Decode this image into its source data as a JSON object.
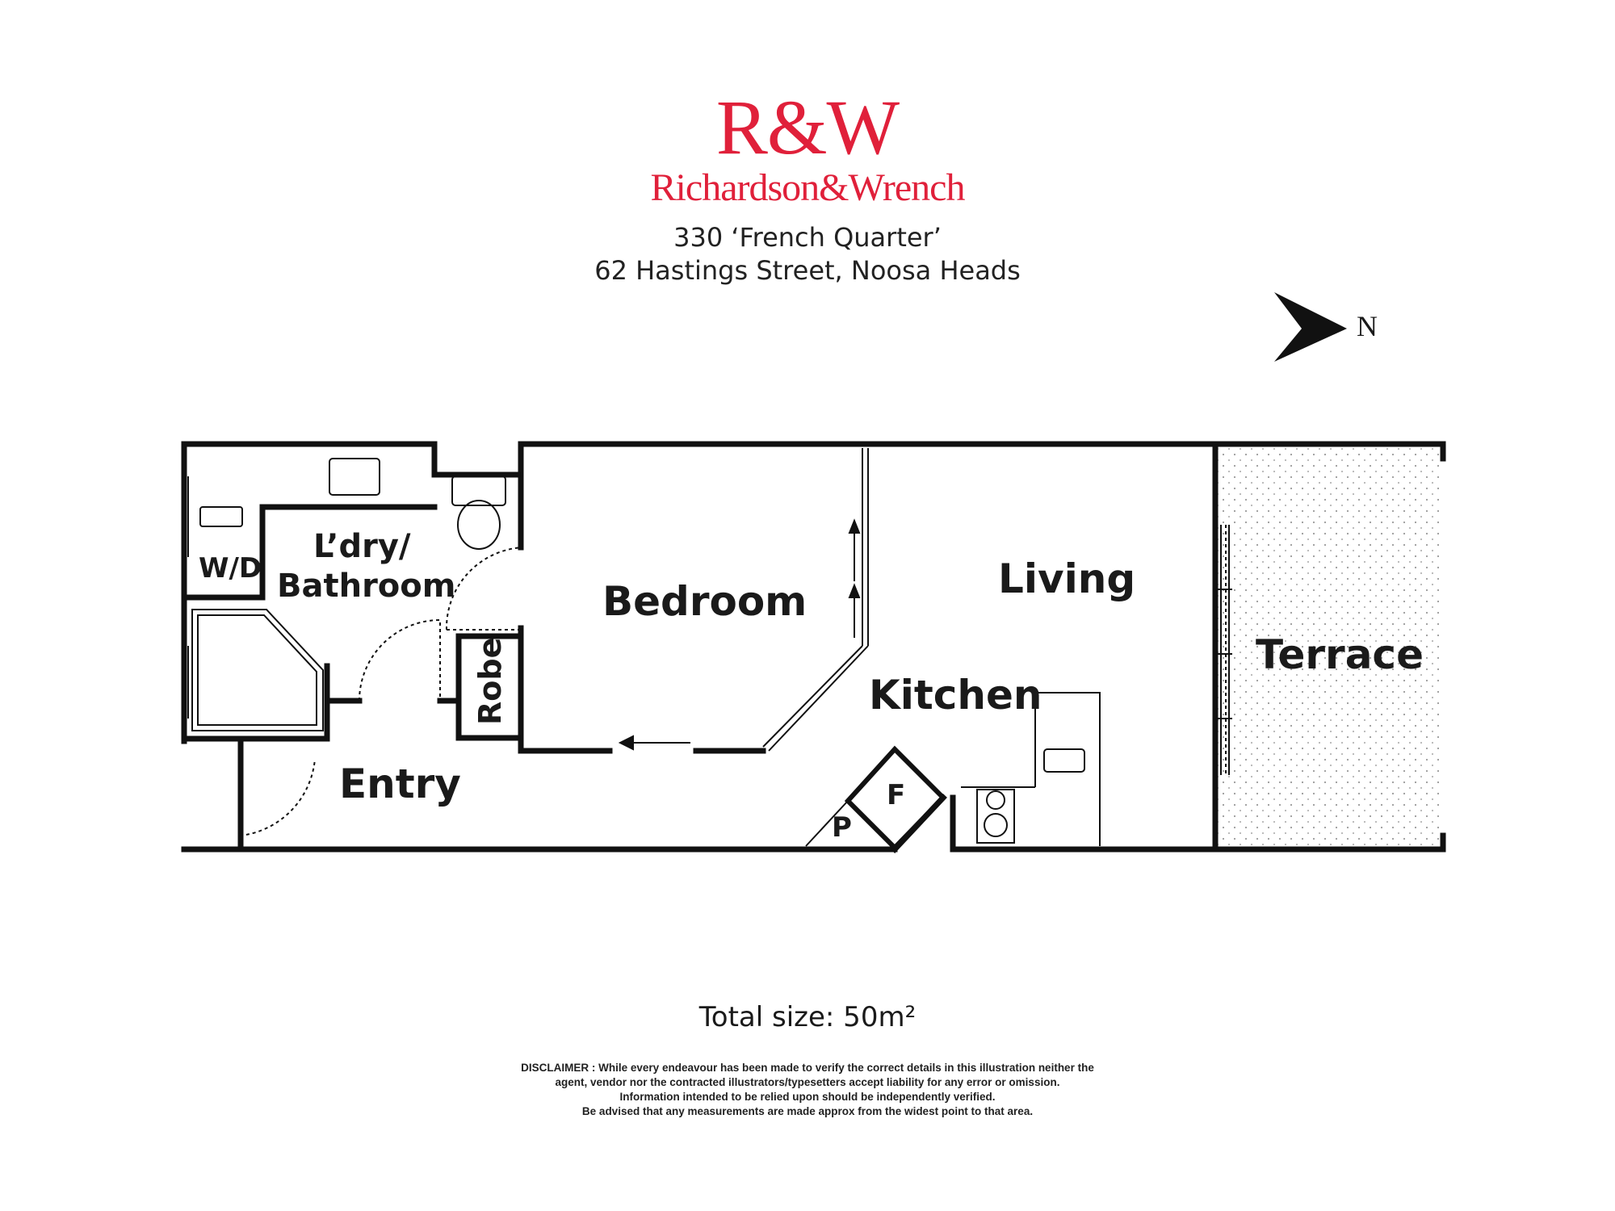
{
  "brand": {
    "mark": "R&W",
    "name": "Richardson&Wrench",
    "color": "#e0203a"
  },
  "address": {
    "line1": "330 ‘French Quarter’",
    "line2": "62 Hastings Street, Noosa Heads"
  },
  "compass": {
    "label": "N",
    "icon": "north-arrow-icon"
  },
  "rooms": {
    "wd": "W/D",
    "laundry_line1": "L’dry/",
    "laundry_line2": "Bathroom",
    "robe": "Robe",
    "bedroom": "Bedroom",
    "living": "Living",
    "kitchen": "Kitchen",
    "terrace": "Terrace",
    "entry": "Entry",
    "fridge": "F",
    "pantry": "P"
  },
  "total_size": "Total size:  50m²",
  "disclaimer": {
    "line1": "DISCLAIMER : While every endeavour has been made to verify the correct details in this illustration neither the",
    "line2": "agent, vendor nor the contracted illustrators/typesetters accept liability for any error or omission.",
    "line3": "Information intended to be relied upon should be independently verified.",
    "line4": "Be advised that any measurements are made approx from the widest point to that area."
  }
}
